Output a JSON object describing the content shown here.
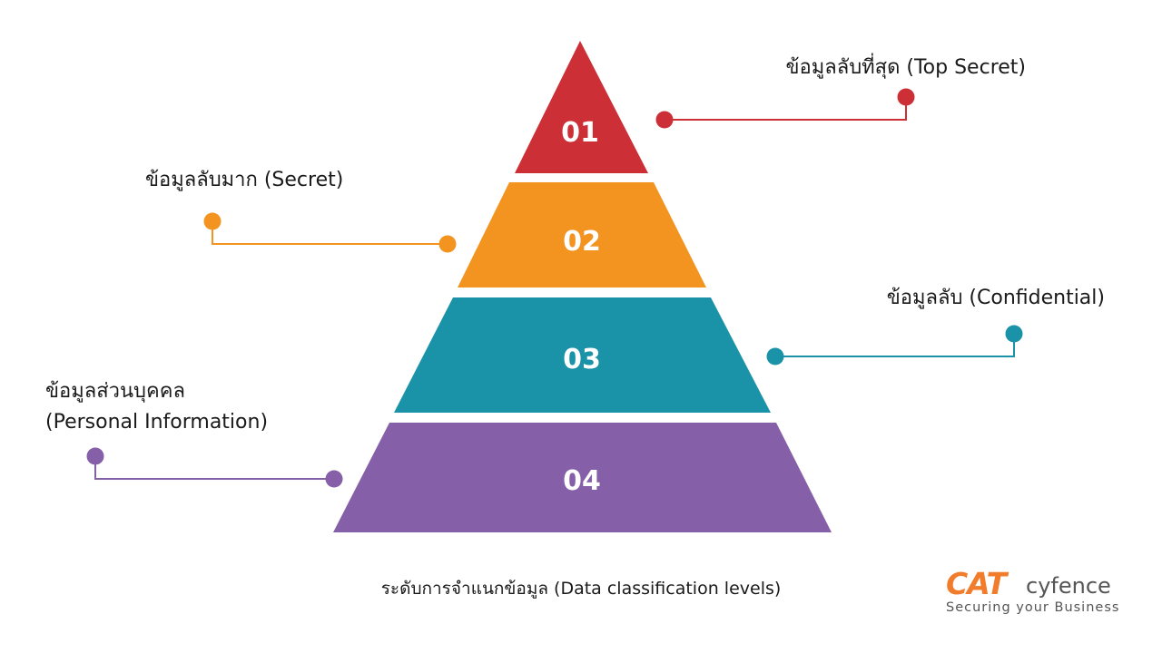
{
  "colors": {
    "tier_1": "#cc2f36",
    "tier_2": "#f39320",
    "tier_3": "#1a92a8",
    "tier_4": "#8560a8",
    "logo_accent": "#f07c2c",
    "logo_text": "#555555"
  },
  "tiers": [
    {
      "number": "01"
    },
    {
      "number": "02"
    },
    {
      "number": "03"
    },
    {
      "number": "04"
    }
  ],
  "labels": {
    "top_secret": "ข้อมูลลับที่สุด (Top Secret)",
    "secret": "ข้อมูลลับมาก (Secret)",
    "confidential": "ข้อมูลลับ (Confidential)",
    "personal_line1": "ข้อมูลส่วนบุคคล",
    "personal_line2": "(Personal Information)"
  },
  "caption": "ระดับการจำแนกข้อมูล (Data classification levels)",
  "logo": {
    "brand": "CAT",
    "product": "cyfence",
    "tagline": "Securing your Business"
  }
}
